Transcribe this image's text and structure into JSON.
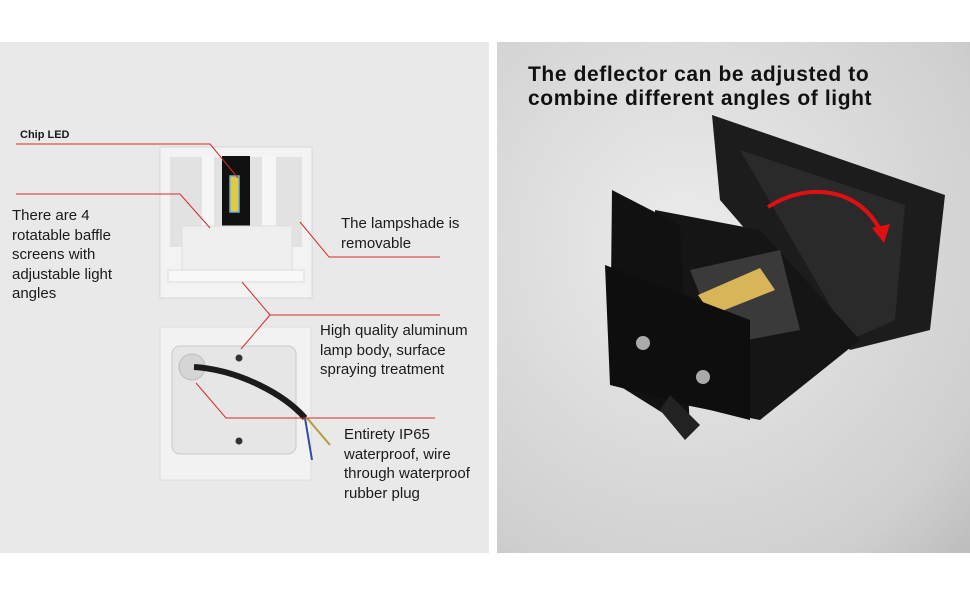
{
  "left_panel": {
    "chip_label": "Chip LED",
    "baffle_label": [
      "There are 4",
      "rotatable baffle",
      "screens with",
      "adjustable light",
      "angles"
    ],
    "lampshade_label": [
      "The lampshade is",
      "removable"
    ],
    "aluminum_label": [
      "High quality aluminum",
      "lamp body, surface",
      "spraying treatment"
    ],
    "ip65_label": [
      "Entirety IP65",
      "waterproof, wire",
      "through waterproof",
      "rubber plug"
    ]
  },
  "right_panel": {
    "headline": [
      "The deflector can be adjusted to",
      "combine different angles of light"
    ]
  },
  "colors": {
    "callout": "#d42a2a",
    "arrow": "#e01010",
    "panel": "#e9e9e9"
  }
}
